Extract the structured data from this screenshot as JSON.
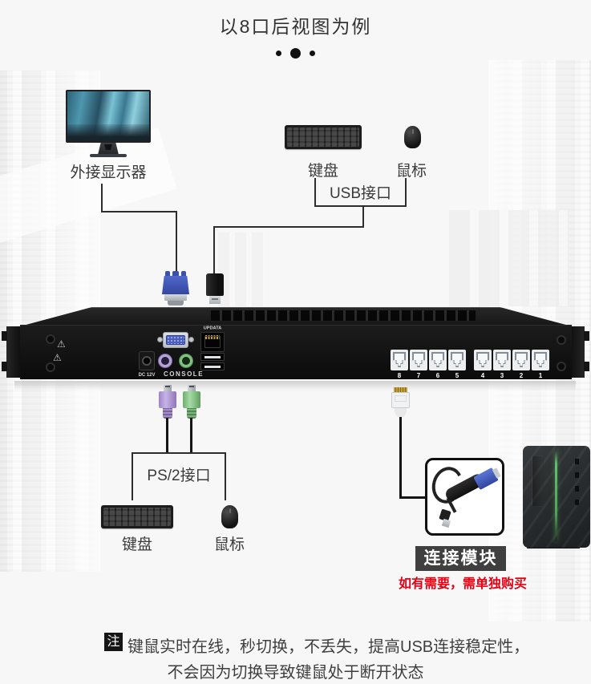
{
  "title": "以8口后视图为例",
  "icons": {
    "warning": "⚠"
  },
  "diagram": {
    "monitor_label": "外接显示器",
    "keyboard_top_label": "键盘",
    "mouse_top_label": "鼠标",
    "usb_port_label": "USB接口",
    "ps2_port_label": "PS/2接口",
    "keyboard_bottom_label": "键盘",
    "mouse_bottom_label": "鼠标",
    "module_title": "连接模块",
    "module_note": "如有需要，需单独购买"
  },
  "device": {
    "dc_label": "DC 12V",
    "console_label": "CONSOLE",
    "updata_label": "UPDATA",
    "port_numbers": [
      "8",
      "7",
      "6",
      "5",
      "4",
      "3",
      "2",
      "1"
    ]
  },
  "note": {
    "badge": "注",
    "line1": "键鼠实时在线，秒切换，不丢失，提高USB连接稳定性，",
    "line2": "不会因为切换导致键鼠处于断开状态"
  },
  "colors": {
    "accent_red": "#e60012",
    "vga_blue": "#4a5fc0",
    "ps2_purple": "#b7a3da",
    "ps2_green": "#82c282",
    "device_black": "#121212",
    "banner_gray": "#3f3f3f"
  }
}
